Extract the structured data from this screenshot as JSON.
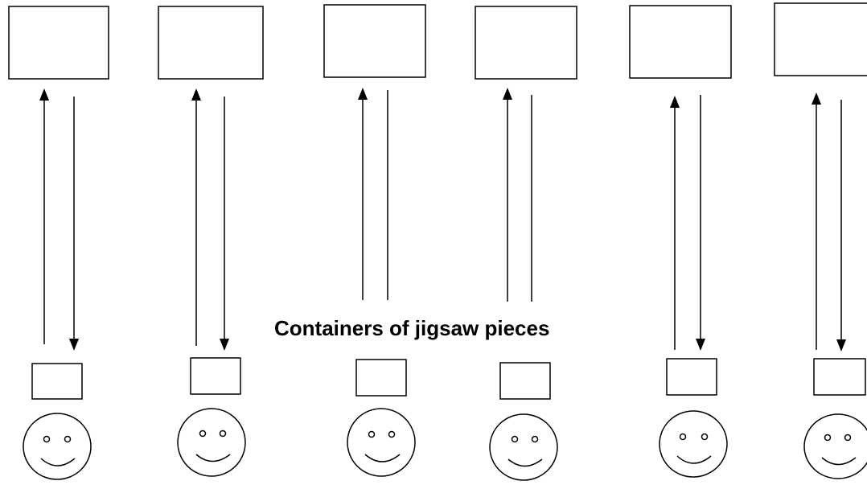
{
  "caption": "Containers of jigsaw pieces",
  "colors": {
    "line": "#000000",
    "background": "#ffffff"
  },
  "icons": {
    "person": "smiley-face-icon"
  },
  "stations": [
    {
      "id": 1
    },
    {
      "id": 2
    },
    {
      "id": 3
    },
    {
      "id": 4
    },
    {
      "id": 5
    },
    {
      "id": 6
    }
  ]
}
